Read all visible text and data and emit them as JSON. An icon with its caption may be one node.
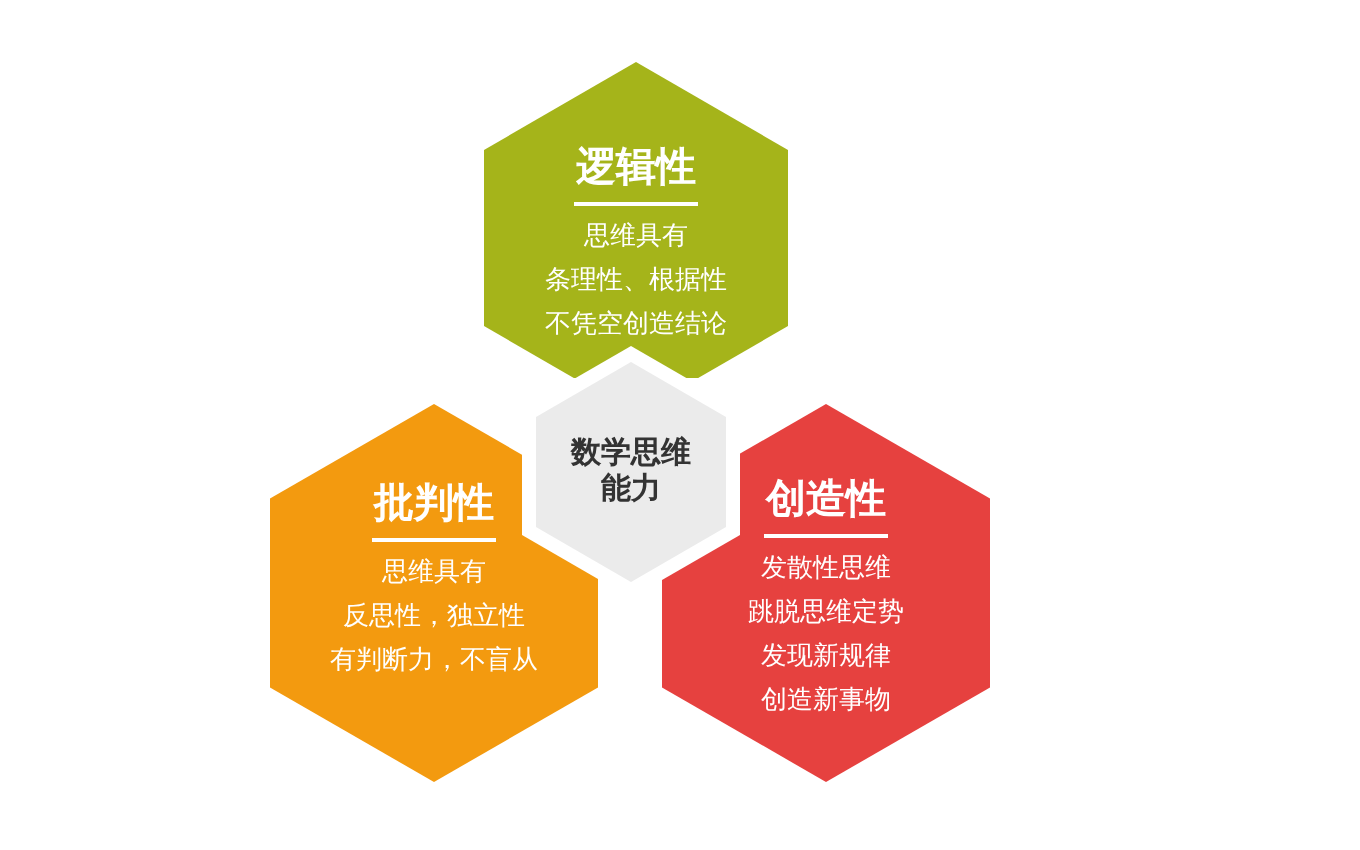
{
  "diagram": {
    "nodes": [
      {
        "text": [
          "逻辑性",
          "思维具有",
          "条理性、根据性",
          "不凭空创造结论"
        ]
      },
      {
        "text": [
          "批判性",
          "思维具有",
          "反思性，独立性",
          "有判断力，不盲从"
        ]
      },
      {
        "text": [
          "数学思维能力"
        ]
      },
      {
        "text": [
          "创造性",
          "发散性思维",
          "跳脱思维定势",
          "发现新规律",
          "创造新事物"
        ]
      }
    ]
  }
}
